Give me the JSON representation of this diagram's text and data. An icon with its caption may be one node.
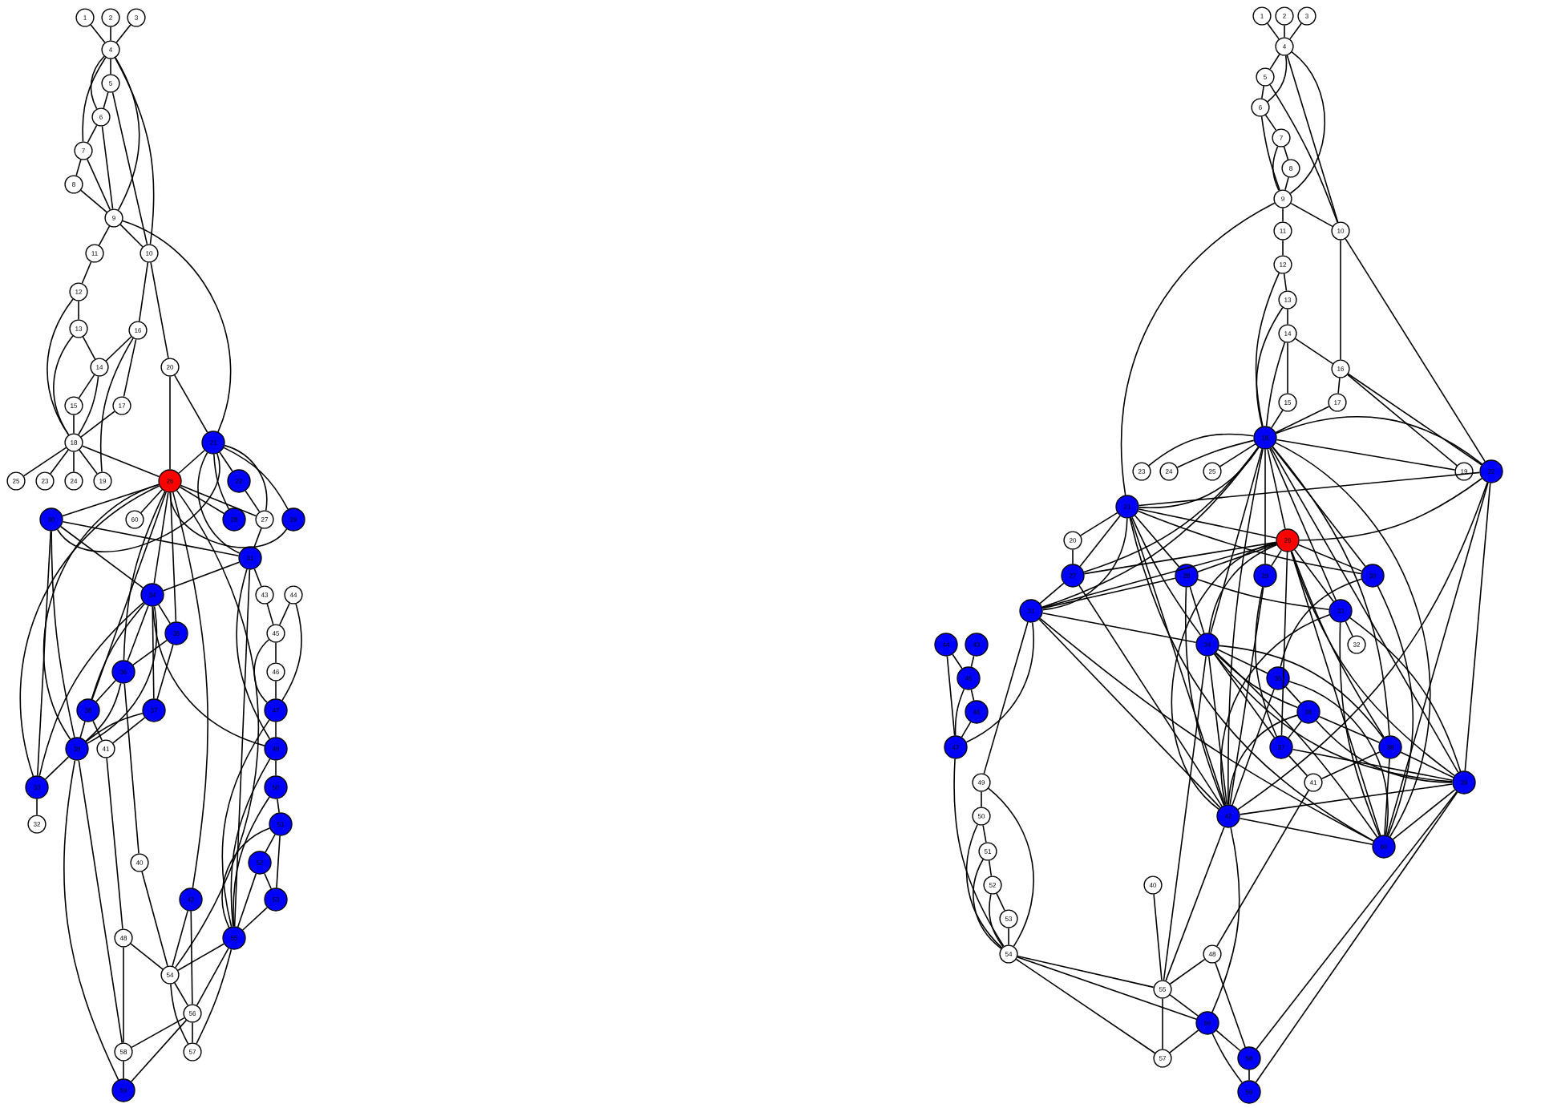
{
  "diagram": {
    "nodes": [
      {
        "text": [
          "1"
        ]
      },
      {
        "text": [
          "2"
        ]
      },
      {
        "text": [
          "3"
        ]
      },
      {
        "text": [
          "4"
        ]
      },
      {
        "text": [
          "5"
        ]
      },
      {
        "text": [
          "6"
        ]
      },
      {
        "text": [
          "7"
        ]
      },
      {
        "text": [
          "8"
        ]
      },
      {
        "text": [
          "9"
        ]
      },
      {
        "text": [
          "11"
        ]
      },
      {
        "text": [
          "10"
        ]
      },
      {
        "text": [
          "12"
        ]
      },
      {
        "text": [
          "13"
        ]
      },
      {
        "text": [
          "16"
        ]
      },
      {
        "text": [
          "14"
        ]
      },
      {
        "text": [
          "20"
        ]
      },
      {
        "text": [
          "15"
        ]
      },
      {
        "text": [
          "17"
        ]
      },
      {
        "text": [
          "18"
        ]
      },
      {
        "text": [
          "21"
        ]
      },
      {
        "text": [
          "25"
        ]
      },
      {
        "text": [
          "23"
        ]
      },
      {
        "text": [
          "24"
        ]
      },
      {
        "text": [
          "19"
        ]
      },
      {
        "text": [
          "26"
        ]
      },
      {
        "text": [
          "22"
        ]
      },
      {
        "text": [
          "30"
        ]
      },
      {
        "text": [
          "60"
        ]
      },
      {
        "text": [
          "28"
        ]
      },
      {
        "text": [
          "27"
        ]
      },
      {
        "text": [
          "29"
        ]
      },
      {
        "text": [
          "31"
        ]
      },
      {
        "text": [
          "34"
        ]
      },
      {
        "text": [
          "43"
        ]
      },
      {
        "text": [
          "44"
        ]
      },
      {
        "text": [
          "35"
        ]
      },
      {
        "text": [
          "45"
        ]
      },
      {
        "text": [
          "36"
        ]
      },
      {
        "text": [
          "46"
        ]
      },
      {
        "text": [
          "38"
        ]
      },
      {
        "text": [
          "37"
        ]
      },
      {
        "text": [
          "47"
        ]
      },
      {
        "text": [
          "39"
        ]
      },
      {
        "text": [
          "41"
        ]
      },
      {
        "text": [
          "49"
        ]
      },
      {
        "text": [
          "33"
        ]
      },
      {
        "text": [
          "50"
        ]
      },
      {
        "text": [
          "32"
        ]
      },
      {
        "text": [
          "51"
        ]
      },
      {
        "text": [
          "40"
        ]
      },
      {
        "text": [
          "52"
        ]
      },
      {
        "text": [
          "42"
        ]
      },
      {
        "text": [
          "53"
        ]
      },
      {
        "text": [
          "48"
        ]
      },
      {
        "text": [
          "55"
        ]
      },
      {
        "text": [
          "54"
        ]
      },
      {
        "text": [
          "56"
        ]
      },
      {
        "text": [
          "58"
        ]
      },
      {
        "text": [
          "57"
        ]
      },
      {
        "text": [
          "59"
        ]
      },
      {
        "text": [
          "1"
        ]
      },
      {
        "text": [
          "2"
        ]
      },
      {
        "text": [
          "3"
        ]
      },
      {
        "text": [
          "4"
        ]
      },
      {
        "text": [
          "5"
        ]
      },
      {
        "text": [
          "6"
        ]
      },
      {
        "text": [
          "7"
        ]
      },
      {
        "text": [
          "8"
        ]
      },
      {
        "text": [
          "9"
        ]
      },
      {
        "text": [
          "11"
        ]
      },
      {
        "text": [
          "10"
        ]
      },
      {
        "text": [
          "12"
        ]
      },
      {
        "text": [
          "13"
        ]
      },
      {
        "text": [
          "14"
        ]
      },
      {
        "text": [
          "16"
        ]
      },
      {
        "text": [
          "15"
        ]
      },
      {
        "text": [
          "17"
        ]
      },
      {
        "text": [
          "18"
        ]
      },
      {
        "text": [
          "23"
        ]
      },
      {
        "text": [
          "24"
        ]
      },
      {
        "text": [
          "25"
        ]
      },
      {
        "text": [
          "19"
        ]
      },
      {
        "text": [
          "22"
        ]
      },
      {
        "text": [
          "21"
        ]
      },
      {
        "text": [
          "20"
        ]
      },
      {
        "text": [
          "26"
        ]
      },
      {
        "text": [
          "27"
        ]
      },
      {
        "text": [
          "28"
        ]
      },
      {
        "text": [
          "29"
        ]
      },
      {
        "text": [
          "30"
        ]
      },
      {
        "text": [
          "31"
        ]
      },
      {
        "text": [
          "33"
        ]
      },
      {
        "text": [
          "44"
        ]
      },
      {
        "text": [
          "43"
        ]
      },
      {
        "text": [
          "34"
        ]
      },
      {
        "text": [
          "32"
        ]
      },
      {
        "text": [
          "45"
        ]
      },
      {
        "text": [
          "35"
        ]
      },
      {
        "text": [
          "46"
        ]
      },
      {
        "text": [
          "36"
        ]
      },
      {
        "text": [
          "47"
        ]
      },
      {
        "text": [
          "37"
        ]
      },
      {
        "text": [
          "38"
        ]
      },
      {
        "text": [
          "49"
        ]
      },
      {
        "text": [
          "41"
        ]
      },
      {
        "text": [
          "39"
        ]
      },
      {
        "text": [
          "50"
        ]
      },
      {
        "text": [
          "42"
        ]
      },
      {
        "text": [
          "60"
        ]
      },
      {
        "text": [
          "51"
        ]
      },
      {
        "text": [
          "52"
        ]
      },
      {
        "text": [
          "40"
        ]
      },
      {
        "text": [
          "53"
        ]
      },
      {
        "text": [
          "54"
        ]
      },
      {
        "text": [
          "48"
        ]
      },
      {
        "text": [
          "55"
        ]
      },
      {
        "text": [
          "56"
        ]
      },
      {
        "text": [
          "57"
        ]
      },
      {
        "text": [
          "58"
        ]
      },
      {
        "text": [
          "59"
        ]
      }
    ],
    "edges": [
      {
        "from": 0,
        "to": 3,
        "arrow": "none"
      },
      {
        "from": 1,
        "to": 3,
        "arrow": "none"
      },
      {
        "from": 2,
        "to": 3,
        "arrow": "none"
      },
      {
        "from": 3,
        "to": 4,
        "arrow": "none"
      },
      {
        "from": 3,
        "to": 5,
        "arrow": "none"
      },
      {
        "from": 3,
        "to": 6,
        "arrow": "none"
      },
      {
        "from": 3,
        "to": 8,
        "arrow": "none"
      },
      {
        "from": 3,
        "to": 10,
        "arrow": "none"
      },
      {
        "from": 4,
        "to": 5,
        "arrow": "none"
      },
      {
        "from": 4,
        "to": 10,
        "arrow": "none"
      },
      {
        "from": 5,
        "to": 6,
        "arrow": "none"
      },
      {
        "from": 5,
        "to": 8,
        "arrow": "none"
      },
      {
        "from": 6,
        "to": 7,
        "arrow": "none"
      },
      {
        "from": 6,
        "to": 8,
        "arrow": "none"
      },
      {
        "from": 7,
        "to": 8,
        "arrow": "none"
      },
      {
        "from": 8,
        "to": 9,
        "arrow": "none"
      },
      {
        "from": 8,
        "to": 10,
        "arrow": "none"
      },
      {
        "from": 8,
        "to": 19,
        "arrow": "none"
      },
      {
        "from": 10,
        "to": 13,
        "arrow": "none"
      },
      {
        "from": 10,
        "to": 15,
        "arrow": "none"
      },
      {
        "from": 9,
        "to": 11,
        "arrow": "none"
      },
      {
        "from": 11,
        "to": 12,
        "arrow": "none"
      },
      {
        "from": 11,
        "to": 18,
        "arrow": "none"
      },
      {
        "from": 12,
        "to": 14,
        "arrow": "none"
      },
      {
        "from": 12,
        "to": 18,
        "arrow": "none"
      },
      {
        "from": 13,
        "to": 14,
        "arrow": "none"
      },
      {
        "from": 13,
        "to": 17,
        "arrow": "none"
      },
      {
        "from": 13,
        "to": 23,
        "arrow": "none"
      },
      {
        "from": 14,
        "to": 16,
        "arrow": "none"
      },
      {
        "from": 14,
        "to": 18,
        "arrow": "none"
      },
      {
        "from": 16,
        "to": 18,
        "arrow": "none"
      },
      {
        "from": 17,
        "to": 18,
        "arrow": "none"
      },
      {
        "from": 18,
        "to": 20,
        "arrow": "none"
      },
      {
        "from": 18,
        "to": 21,
        "arrow": "none"
      },
      {
        "from": 18,
        "to": 22,
        "arrow": "none"
      },
      {
        "from": 18,
        "to": 23,
        "arrow": "none"
      },
      {
        "from": 18,
        "to": 24,
        "arrow": "none"
      },
      {
        "from": 15,
        "to": 19,
        "arrow": "none"
      },
      {
        "from": 15,
        "to": 24,
        "arrow": "none"
      },
      {
        "from": 19,
        "to": 24,
        "arrow": "none"
      },
      {
        "from": 19,
        "to": 25,
        "arrow": "none"
      },
      {
        "from": 19,
        "to": 28,
        "arrow": "none"
      },
      {
        "from": 19,
        "to": 29,
        "arrow": "none"
      },
      {
        "from": 19,
        "to": 30,
        "arrow": "none"
      },
      {
        "from": 19,
        "to": 31,
        "arrow": "none"
      },
      {
        "from": 19,
        "to": 26,
        "arrow": "none"
      },
      {
        "from": 24,
        "to": 26,
        "arrow": "none"
      },
      {
        "from": 24,
        "to": 27,
        "arrow": "none"
      },
      {
        "from": 24,
        "to": 28,
        "arrow": "none"
      },
      {
        "from": 24,
        "to": 29,
        "arrow": "none"
      },
      {
        "from": 24,
        "to": 30,
        "arrow": "none"
      },
      {
        "from": 24,
        "to": 32,
        "arrow": "none"
      },
      {
        "from": 24,
        "to": 35,
        "arrow": "none"
      },
      {
        "from": 24,
        "to": 37,
        "arrow": "none"
      },
      {
        "from": 24,
        "to": 39,
        "arrow": "none"
      },
      {
        "from": 24,
        "to": 42,
        "arrow": "none"
      },
      {
        "from": 24,
        "to": 51,
        "arrow": "none"
      },
      {
        "from": 24,
        "to": 55,
        "arrow": "none"
      },
      {
        "from": 24,
        "to": 45,
        "arrow": "none"
      },
      {
        "from": 25,
        "to": 29,
        "arrow": "none"
      },
      {
        "from": 29,
        "to": 31,
        "arrow": "none"
      },
      {
        "from": 26,
        "to": 31,
        "arrow": "none"
      },
      {
        "from": 26,
        "to": 32,
        "arrow": "none"
      },
      {
        "from": 26,
        "to": 45,
        "arrow": "none"
      },
      {
        "from": 26,
        "to": 42,
        "arrow": "none"
      },
      {
        "from": 31,
        "to": 32,
        "arrow": "none"
      },
      {
        "from": 31,
        "to": 33,
        "arrow": "none"
      },
      {
        "from": 31,
        "to": 44,
        "arrow": "none"
      },
      {
        "from": 31,
        "to": 54,
        "arrow": "none"
      },
      {
        "from": 32,
        "to": 35,
        "arrow": "none"
      },
      {
        "from": 32,
        "to": 37,
        "arrow": "none"
      },
      {
        "from": 32,
        "to": 40,
        "arrow": "none"
      },
      {
        "from": 32,
        "to": 39,
        "arrow": "none"
      },
      {
        "from": 32,
        "to": 42,
        "arrow": "none"
      },
      {
        "from": 32,
        "to": 44,
        "arrow": "none"
      },
      {
        "from": 32,
        "to": 45,
        "arrow": "none"
      },
      {
        "from": 35,
        "to": 37,
        "arrow": "none"
      },
      {
        "from": 35,
        "to": 40,
        "arrow": "none"
      },
      {
        "from": 37,
        "to": 39,
        "arrow": "none"
      },
      {
        "from": 37,
        "to": 42,
        "arrow": "none"
      },
      {
        "from": 37,
        "to": 49,
        "arrow": "none"
      },
      {
        "from": 40,
        "to": 42,
        "arrow": "none"
      },
      {
        "from": 40,
        "to": 43,
        "arrow": "none"
      },
      {
        "from": 39,
        "to": 42,
        "arrow": "none"
      },
      {
        "from": 39,
        "to": 43,
        "arrow": "none"
      },
      {
        "from": 42,
        "to": 45,
        "arrow": "none"
      },
      {
        "from": 42,
        "to": 57,
        "arrow": "none"
      },
      {
        "from": 42,
        "to": 59,
        "arrow": "none"
      },
      {
        "from": 45,
        "to": 47,
        "arrow": "none"
      },
      {
        "from": 43,
        "to": 53,
        "arrow": "none"
      },
      {
        "from": 49,
        "to": 55,
        "arrow": "none"
      },
      {
        "from": 51,
        "to": 55,
        "arrow": "none"
      },
      {
        "from": 51,
        "to": 56,
        "arrow": "none"
      },
      {
        "from": 33,
        "to": 36,
        "arrow": "none"
      },
      {
        "from": 34,
        "to": 36,
        "arrow": "none"
      },
      {
        "from": 34,
        "to": 41,
        "arrow": "none"
      },
      {
        "from": 36,
        "to": 38,
        "arrow": "none"
      },
      {
        "from": 36,
        "to": 41,
        "arrow": "none"
      },
      {
        "from": 38,
        "to": 41,
        "arrow": "none"
      },
      {
        "from": 41,
        "to": 44,
        "arrow": "none"
      },
      {
        "from": 41,
        "to": 54,
        "arrow": "none"
      },
      {
        "from": 44,
        "to": 46,
        "arrow": "none"
      },
      {
        "from": 44,
        "to": 54,
        "arrow": "none"
      },
      {
        "from": 46,
        "to": 48,
        "arrow": "none"
      },
      {
        "from": 46,
        "to": 54,
        "arrow": "none"
      },
      {
        "from": 48,
        "to": 50,
        "arrow": "none"
      },
      {
        "from": 48,
        "to": 52,
        "arrow": "none"
      },
      {
        "from": 48,
        "to": 54,
        "arrow": "none"
      },
      {
        "from": 50,
        "to": 52,
        "arrow": "none"
      },
      {
        "from": 50,
        "to": 54,
        "arrow": "none"
      },
      {
        "from": 52,
        "to": 54,
        "arrow": "none"
      },
      {
        "from": 54,
        "to": 55,
        "arrow": "none"
      },
      {
        "from": 54,
        "to": 56,
        "arrow": "none"
      },
      {
        "from": 54,
        "to": 58,
        "arrow": "none"
      },
      {
        "from": 55,
        "to": 56,
        "arrow": "none"
      },
      {
        "from": 55,
        "to": 58,
        "arrow": "none"
      },
      {
        "from": 56,
        "to": 58,
        "arrow": "none"
      },
      {
        "from": 53,
        "to": 57,
        "arrow": "none"
      },
      {
        "from": 53,
        "to": 55,
        "arrow": "none"
      },
      {
        "from": 56,
        "to": 57,
        "arrow": "none"
      },
      {
        "from": 56,
        "to": 59,
        "arrow": "none"
      },
      {
        "from": 57,
        "to": 59,
        "arrow": "none"
      },
      {
        "from": 60,
        "to": 63,
        "arrow": "none"
      },
      {
        "from": 61,
        "to": 63,
        "arrow": "none"
      },
      {
        "from": 62,
        "to": 63,
        "arrow": "none"
      },
      {
        "from": 63,
        "to": 64,
        "arrow": "none"
      },
      {
        "from": 63,
        "to": 65,
        "arrow": "none"
      },
      {
        "from": 63,
        "to": 68,
        "arrow": "none"
      },
      {
        "from": 63,
        "to": 70,
        "arrow": "none"
      },
      {
        "from": 64,
        "to": 65,
        "arrow": "none"
      },
      {
        "from": 64,
        "to": 70,
        "arrow": "none"
      },
      {
        "from": 65,
        "to": 66,
        "arrow": "none"
      },
      {
        "from": 65,
        "to": 68,
        "arrow": "none"
      },
      {
        "from": 66,
        "to": 67,
        "arrow": "none"
      },
      {
        "from": 66,
        "to": 68,
        "arrow": "none"
      },
      {
        "from": 67,
        "to": 68,
        "arrow": "none"
      },
      {
        "from": 68,
        "to": 69,
        "arrow": "none"
      },
      {
        "from": 68,
        "to": 70,
        "arrow": "none"
      },
      {
        "from": 68,
        "to": 83,
        "arrow": "none"
      },
      {
        "from": 70,
        "to": 74,
        "arrow": "none"
      },
      {
        "from": 70,
        "to": 82,
        "arrow": "none"
      },
      {
        "from": 69,
        "to": 71,
        "arrow": "none"
      },
      {
        "from": 71,
        "to": 72,
        "arrow": "none"
      },
      {
        "from": 71,
        "to": 77,
        "arrow": "none"
      },
      {
        "from": 72,
        "to": 73,
        "arrow": "none"
      },
      {
        "from": 72,
        "to": 77,
        "arrow": "none"
      },
      {
        "from": 73,
        "to": 75,
        "arrow": "none"
      },
      {
        "from": 73,
        "to": 77,
        "arrow": "none"
      },
      {
        "from": 73,
        "to": 74,
        "arrow": "none"
      },
      {
        "from": 75,
        "to": 77,
        "arrow": "none"
      },
      {
        "from": 74,
        "to": 76,
        "arrow": "none"
      },
      {
        "from": 74,
        "to": 81,
        "arrow": "none"
      },
      {
        "from": 74,
        "to": 82,
        "arrow": "none"
      },
      {
        "from": 76,
        "to": 77,
        "arrow": "none"
      },
      {
        "from": 77,
        "to": 78,
        "arrow": "none"
      },
      {
        "from": 77,
        "to": 79,
        "arrow": "none"
      },
      {
        "from": 77,
        "to": 80,
        "arrow": "none"
      },
      {
        "from": 77,
        "to": 83,
        "arrow": "none"
      },
      {
        "from": 77,
        "to": 81,
        "arrow": "none"
      },
      {
        "from": 77,
        "to": 82,
        "arrow": "none"
      },
      {
        "from": 77,
        "to": 85,
        "arrow": "none"
      },
      {
        "from": 77,
        "to": 90,
        "arrow": "none"
      },
      {
        "from": 77,
        "to": 86,
        "arrow": "none"
      },
      {
        "from": 77,
        "to": 88,
        "arrow": "none"
      },
      {
        "from": 77,
        "to": 89,
        "arrow": "none"
      },
      {
        "from": 77,
        "to": 94,
        "arrow": "none"
      },
      {
        "from": 77,
        "to": 107,
        "arrow": "none"
      },
      {
        "from": 77,
        "to": 108,
        "arrow": "none"
      },
      {
        "from": 77,
        "to": 105,
        "arrow": "none"
      },
      {
        "from": 77,
        "to": 102,
        "arrow": "none"
      },
      {
        "from": 77,
        "to": 91,
        "arrow": "none"
      },
      {
        "from": 83,
        "to": 84,
        "arrow": "none"
      },
      {
        "from": 83,
        "to": 85,
        "arrow": "none"
      },
      {
        "from": 83,
        "to": 86,
        "arrow": "none"
      },
      {
        "from": 83,
        "to": 87,
        "arrow": "none"
      },
      {
        "from": 83,
        "to": 89,
        "arrow": "none"
      },
      {
        "from": 83,
        "to": 90,
        "arrow": "none"
      },
      {
        "from": 83,
        "to": 94,
        "arrow": "none"
      },
      {
        "from": 83,
        "to": 107,
        "arrow": "none"
      },
      {
        "from": 83,
        "to": 108,
        "arrow": "none"
      },
      {
        "from": 83,
        "to": 82,
        "arrow": "none"
      },
      {
        "from": 82,
        "to": 85,
        "arrow": "none"
      },
      {
        "from": 82,
        "to": 105,
        "arrow": "none"
      },
      {
        "from": 82,
        "to": 107,
        "arrow": "none"
      },
      {
        "from": 82,
        "to": 108,
        "arrow": "none"
      },
      {
        "from": 84,
        "to": 86,
        "arrow": "none"
      },
      {
        "from": 85,
        "to": 86,
        "arrow": "none"
      },
      {
        "from": 85,
        "to": 87,
        "arrow": "none"
      },
      {
        "from": 85,
        "to": 88,
        "arrow": "none"
      },
      {
        "from": 85,
        "to": 89,
        "arrow": "none"
      },
      {
        "from": 85,
        "to": 90,
        "arrow": "none"
      },
      {
        "from": 85,
        "to": 91,
        "arrow": "none"
      },
      {
        "from": 85,
        "to": 94,
        "arrow": "none"
      },
      {
        "from": 85,
        "to": 101,
        "arrow": "none"
      },
      {
        "from": 85,
        "to": 102,
        "arrow": "none"
      },
      {
        "from": 85,
        "to": 105,
        "arrow": "none"
      },
      {
        "from": 85,
        "to": 107,
        "arrow": "none"
      },
      {
        "from": 85,
        "to": 108,
        "arrow": "none"
      },
      {
        "from": 86,
        "to": 90,
        "arrow": "none"
      },
      {
        "from": 86,
        "to": 107,
        "arrow": "none"
      },
      {
        "from": 87,
        "to": 90,
        "arrow": "none"
      },
      {
        "from": 87,
        "to": 91,
        "arrow": "none"
      },
      {
        "from": 87,
        "to": 94,
        "arrow": "none"
      },
      {
        "from": 87,
        "to": 107,
        "arrow": "none"
      },
      {
        "from": 88,
        "to": 101,
        "arrow": "none"
      },
      {
        "from": 88,
        "to": 107,
        "arrow": "none"
      },
      {
        "from": 89,
        "to": 97,
        "arrow": "none"
      },
      {
        "from": 89,
        "to": 108,
        "arrow": "none"
      },
      {
        "from": 90,
        "to": 94,
        "arrow": "none"
      },
      {
        "from": 90,
        "to": 100,
        "arrow": "none"
      },
      {
        "from": 90,
        "to": 103,
        "arrow": "none"
      },
      {
        "from": 90,
        "to": 107,
        "arrow": "none"
      },
      {
        "from": 90,
        "to": 108,
        "arrow": "none"
      },
      {
        "from": 91,
        "to": 95,
        "arrow": "none"
      },
      {
        "from": 91,
        "to": 105,
        "arrow": "none"
      },
      {
        "from": 91,
        "to": 107,
        "arrow": "none"
      },
      {
        "from": 91,
        "to": 108,
        "arrow": "none"
      },
      {
        "from": 94,
        "to": 97,
        "arrow": "none"
      },
      {
        "from": 94,
        "to": 99,
        "arrow": "none"
      },
      {
        "from": 94,
        "to": 101,
        "arrow": "none"
      },
      {
        "from": 94,
        "to": 102,
        "arrow": "none"
      },
      {
        "from": 94,
        "to": 105,
        "arrow": "none"
      },
      {
        "from": 94,
        "to": 107,
        "arrow": "none"
      },
      {
        "from": 94,
        "to": 108,
        "arrow": "none"
      },
      {
        "from": 94,
        "to": 115,
        "arrow": "none"
      },
      {
        "from": 97,
        "to": 99,
        "arrow": "none"
      },
      {
        "from": 97,
        "to": 107,
        "arrow": "none"
      },
      {
        "from": 97,
        "to": 108,
        "arrow": "none"
      },
      {
        "from": 99,
        "to": 101,
        "arrow": "none"
      },
      {
        "from": 99,
        "to": 102,
        "arrow": "none"
      },
      {
        "from": 99,
        "to": 105,
        "arrow": "none"
      },
      {
        "from": 99,
        "to": 107,
        "arrow": "none"
      },
      {
        "from": 101,
        "to": 104,
        "arrow": "none"
      },
      {
        "from": 101,
        "to": 105,
        "arrow": "none"
      },
      {
        "from": 102,
        "to": 104,
        "arrow": "none"
      },
      {
        "from": 102,
        "to": 105,
        "arrow": "none"
      },
      {
        "from": 102,
        "to": 108,
        "arrow": "none"
      },
      {
        "from": 105,
        "to": 107,
        "arrow": "none"
      },
      {
        "from": 105,
        "to": 108,
        "arrow": "none"
      },
      {
        "from": 105,
        "to": 118,
        "arrow": "none"
      },
      {
        "from": 105,
        "to": 119,
        "arrow": "none"
      },
      {
        "from": 107,
        "to": 108,
        "arrow": "none"
      },
      {
        "from": 107,
        "to": 115,
        "arrow": "none"
      },
      {
        "from": 107,
        "to": 116,
        "arrow": "none"
      },
      {
        "from": 92,
        "to": 96,
        "arrow": "none"
      },
      {
        "from": 92,
        "to": 100,
        "arrow": "none"
      },
      {
        "from": 93,
        "to": 96,
        "arrow": "none"
      },
      {
        "from": 96,
        "to": 100,
        "arrow": "none"
      },
      {
        "from": 96,
        "to": 98,
        "arrow": "none"
      },
      {
        "from": 98,
        "to": 100,
        "arrow": "none"
      },
      {
        "from": 100,
        "to": 113,
        "arrow": "none"
      },
      {
        "from": 103,
        "to": 106,
        "arrow": "none"
      },
      {
        "from": 103,
        "to": 113,
        "arrow": "none"
      },
      {
        "from": 106,
        "to": 109,
        "arrow": "none"
      },
      {
        "from": 106,
        "to": 113,
        "arrow": "none"
      },
      {
        "from": 109,
        "to": 110,
        "arrow": "none"
      },
      {
        "from": 109,
        "to": 113,
        "arrow": "none"
      },
      {
        "from": 110,
        "to": 112,
        "arrow": "none"
      },
      {
        "from": 110,
        "to": 113,
        "arrow": "none"
      },
      {
        "from": 112,
        "to": 113,
        "arrow": "none"
      },
      {
        "from": 113,
        "to": 115,
        "arrow": "none"
      },
      {
        "from": 113,
        "to": 116,
        "arrow": "none"
      },
      {
        "from": 113,
        "to": 117,
        "arrow": "none"
      },
      {
        "from": 111,
        "to": 115,
        "arrow": "none"
      },
      {
        "from": 104,
        "to": 114,
        "arrow": "none"
      },
      {
        "from": 114,
        "to": 115,
        "arrow": "none"
      },
      {
        "from": 114,
        "to": 118,
        "arrow": "none"
      },
      {
        "from": 115,
        "to": 116,
        "arrow": "none"
      },
      {
        "from": 115,
        "to": 117,
        "arrow": "none"
      },
      {
        "from": 116,
        "to": 117,
        "arrow": "none"
      },
      {
        "from": 116,
        "to": 118,
        "arrow": "none"
      },
      {
        "from": 116,
        "to": 119,
        "arrow": "none"
      },
      {
        "from": 118,
        "to": 119,
        "arrow": "none"
      }
    ]
  }
}
